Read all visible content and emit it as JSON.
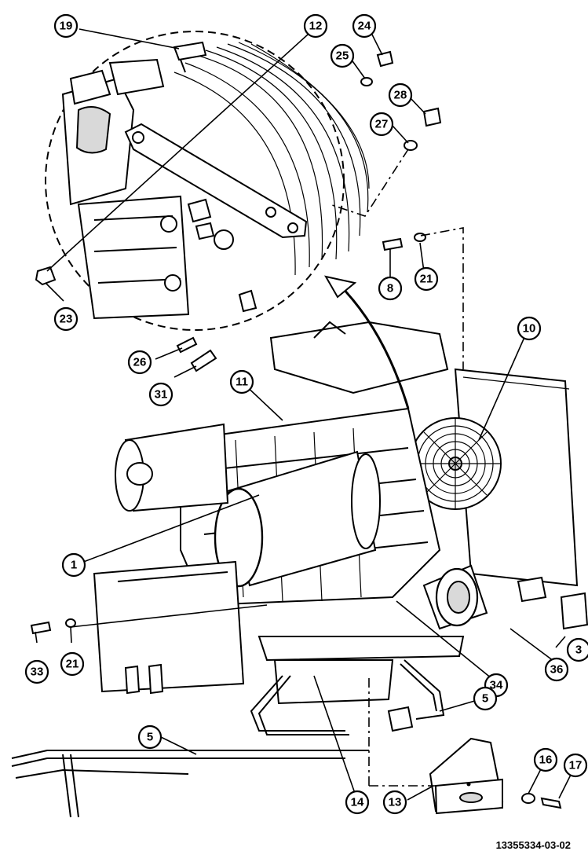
{
  "figure_id": "13355334-03-02",
  "callouts": [
    {
      "id": "c1",
      "label": "1"
    },
    {
      "id": "c3",
      "label": "3"
    },
    {
      "id": "c5a",
      "label": "5"
    },
    {
      "id": "c5b",
      "label": "5"
    },
    {
      "id": "c8",
      "label": "8"
    },
    {
      "id": "c10",
      "label": "10"
    },
    {
      "id": "c11",
      "label": "11"
    },
    {
      "id": "c12",
      "label": "12"
    },
    {
      "id": "c13",
      "label": "13"
    },
    {
      "id": "c14",
      "label": "14"
    },
    {
      "id": "c16",
      "label": "16"
    },
    {
      "id": "c17",
      "label": "17"
    },
    {
      "id": "c19",
      "label": "19"
    },
    {
      "id": "c21a",
      "label": "21"
    },
    {
      "id": "c21b",
      "label": "21"
    },
    {
      "id": "c23",
      "label": "23"
    },
    {
      "id": "c24",
      "label": "24"
    },
    {
      "id": "c25",
      "label": "25"
    },
    {
      "id": "c26",
      "label": "26"
    },
    {
      "id": "c27",
      "label": "27"
    },
    {
      "id": "c28",
      "label": "28"
    },
    {
      "id": "c31",
      "label": "31"
    },
    {
      "id": "c33",
      "label": "33"
    },
    {
      "id": "c34",
      "label": "34"
    },
    {
      "id": "c36",
      "label": "36"
    }
  ]
}
